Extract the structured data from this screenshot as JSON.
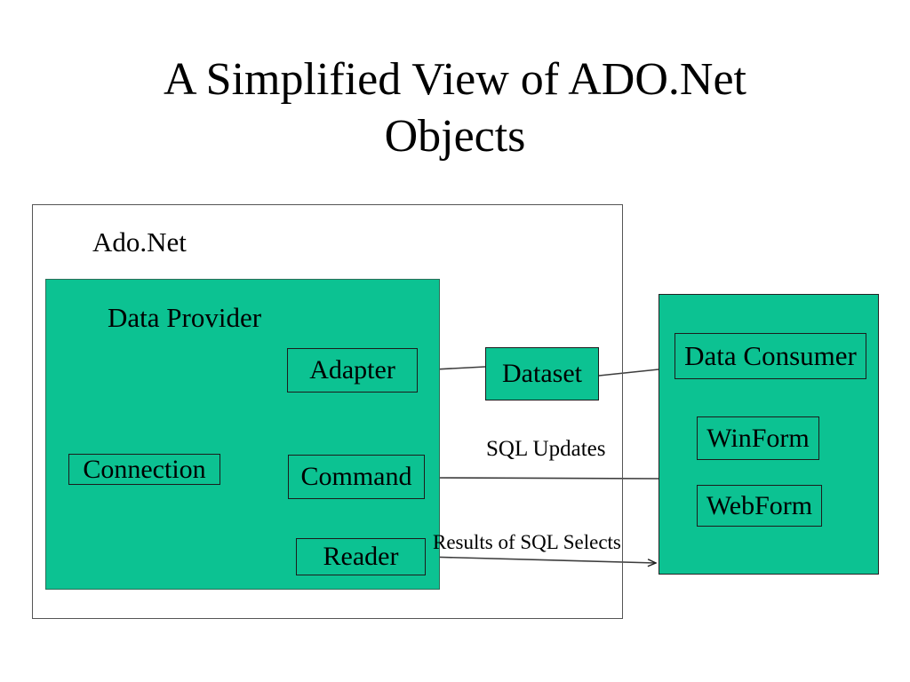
{
  "colors": {
    "green": "#0cc292",
    "line_color": "#3d3d3d",
    "box_border": "#1c1c1c",
    "text": "#000000"
  },
  "title": {
    "line1": "A Simplified View of ADO.Net",
    "line2": "Objects"
  },
  "diagram": {
    "container_label": "Ado.Net",
    "data_provider": {
      "label": "Data Provider",
      "adapter": "Adapter",
      "connection": "Connection",
      "command": "Command",
      "reader": "Reader"
    },
    "dataset": "Dataset",
    "data_consumer": {
      "label": "Data Consumer",
      "winform": "WinForm",
      "webform": "WebForm"
    },
    "connections": {
      "sql_updates": "SQL Updates",
      "results": "Results of SQL Selects"
    }
  }
}
